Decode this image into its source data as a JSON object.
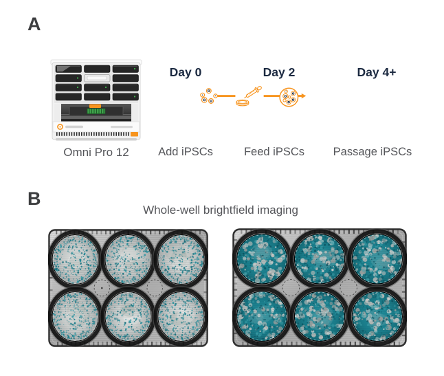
{
  "figure": {
    "panel_a": {
      "label": "A",
      "instrument_caption": "Omni Pro 12",
      "steps": [
        {
          "day": "Day 0",
          "caption": "Add iPSCs",
          "icon": "ipsc-cells-icon"
        },
        {
          "day": "Day 2",
          "caption": "Feed iPSCs",
          "icon": "pipette-and-dish-icon"
        },
        {
          "day": "Day 4+",
          "caption": "Passage iPSCs",
          "icon": "passage-dish-arrow-icon"
        }
      ]
    },
    "panel_b": {
      "label": "B",
      "title": "Whole-well brightfield imaging",
      "plates": [
        {
          "id": "plate-low-confluence",
          "wells": 6,
          "rows": 2,
          "cols": 3,
          "style": "sparse"
        },
        {
          "id": "plate-high-confluence",
          "wells": 6,
          "rows": 2,
          "cols": 3,
          "style": "confluent"
        }
      ]
    },
    "colors": {
      "accent_orange": "#F7941E",
      "colony_teal": "#1B7F8D",
      "colony_teal_dark": "#0D5260",
      "day_heading_navy": "#1B2940",
      "caption_gray": "#55565A",
      "panel_label_gray": "#3D3E40"
    }
  }
}
